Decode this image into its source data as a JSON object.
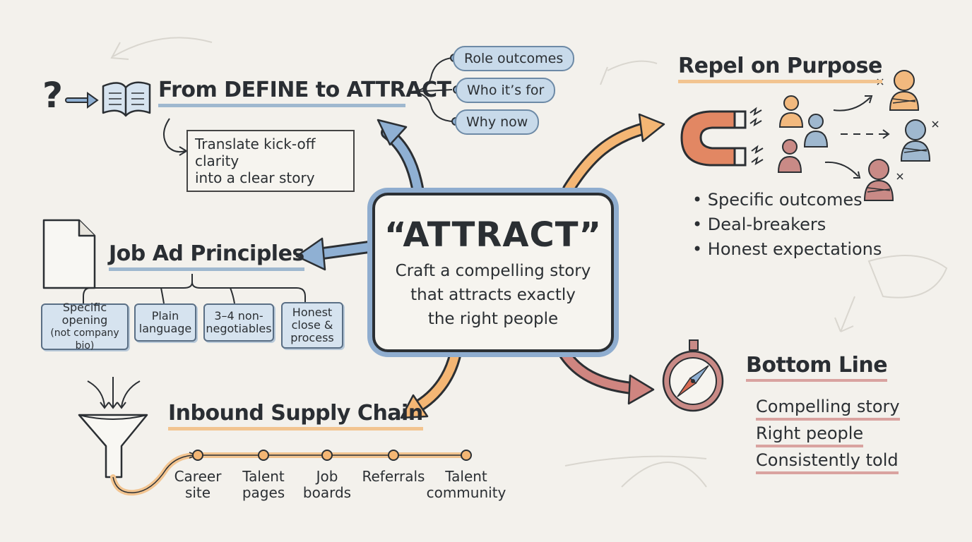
{
  "center": {
    "title": "“ATTRACT”",
    "line1": "Craft a compelling story",
    "line2": "that attracts exactly",
    "line3": "the right people"
  },
  "define": {
    "title": "From DEFINE to ATTRACT",
    "note_line1": "Translate kick-off clarity",
    "note_line2": "into a clear story",
    "pills": [
      "Role outcomes",
      "Who it’s for",
      "Why now"
    ],
    "question_mark": "?"
  },
  "repel": {
    "title": "Repel on Purpose",
    "bullets": [
      "Specific outcomes",
      "Deal-breakers",
      "Honest expectations"
    ]
  },
  "job_ad": {
    "title": "Job Ad Principles",
    "cards": [
      {
        "l1": "Specific",
        "l2": "opening",
        "l3": "(not company bio)"
      },
      {
        "l1": "Plain",
        "l2": "language",
        "l3": ""
      },
      {
        "l1": "3–4 non-",
        "l2": "negotiables",
        "l3": ""
      },
      {
        "l1": "Honest",
        "l2": "close &",
        "l3": "process"
      }
    ]
  },
  "bottom": {
    "title": "Bottom Line",
    "items": [
      "Compelling story",
      "Right people",
      "Consistently told"
    ]
  },
  "supply": {
    "title": "Inbound Supply Chain",
    "steps": [
      {
        "l1": "Career",
        "l2": "site"
      },
      {
        "l1": "Talent",
        "l2": "pages"
      },
      {
        "l1": "Job",
        "l2": "boards"
      },
      {
        "l1": "Referrals",
        "l2": ""
      },
      {
        "l1": "Talent",
        "l2": "community"
      }
    ]
  },
  "colors": {
    "blue": "#9fb8cf",
    "orange": "#f2b270",
    "red": "#c98a86",
    "ink": "#2b2f33"
  }
}
